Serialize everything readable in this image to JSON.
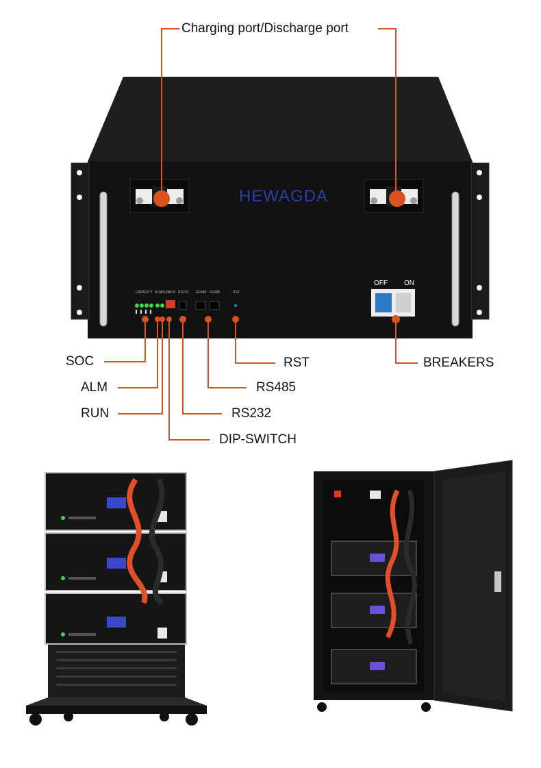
{
  "brand": {
    "logo_text": "HEWAGDA",
    "logo_color": "#2b3fa8"
  },
  "accent_color": "#d9531e",
  "callouts": {
    "top": "Charging port/Discharge port",
    "soc": "SOC",
    "alm": "ALM",
    "run": "RUN",
    "dip": "DIP-SWITCH",
    "rs232": "RS232",
    "rs485": "RS485",
    "rst": "RST",
    "breakers": "BREAKERS"
  },
  "panel_labels": {
    "capacity": "CAPACITY",
    "alm": "ALM",
    "run": "RUN",
    "adr": "ADS",
    "rs232": "RS232",
    "rs485a": "RS485",
    "rs485b": "RS485",
    "rst": "RST",
    "off": "OFF",
    "on": "ON"
  }
}
